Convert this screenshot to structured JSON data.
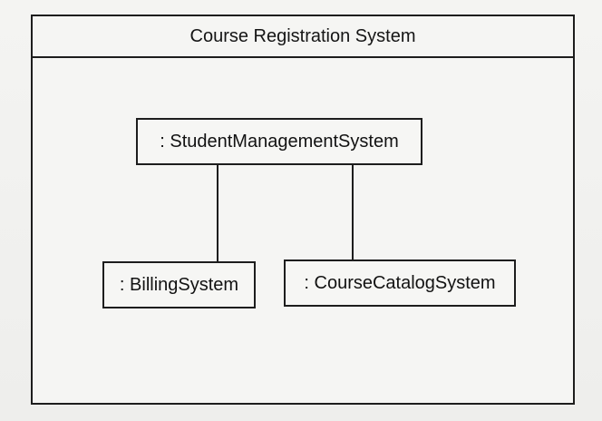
{
  "frame": {
    "title": "Course Registration System"
  },
  "nodes": {
    "student_management": ": StudentManagementSystem",
    "billing": ": BillingSystem",
    "course_catalog": ": CourseCatalogSystem"
  },
  "colors": {
    "line": "#1d1d1d",
    "paper": "#f5f5f3"
  }
}
